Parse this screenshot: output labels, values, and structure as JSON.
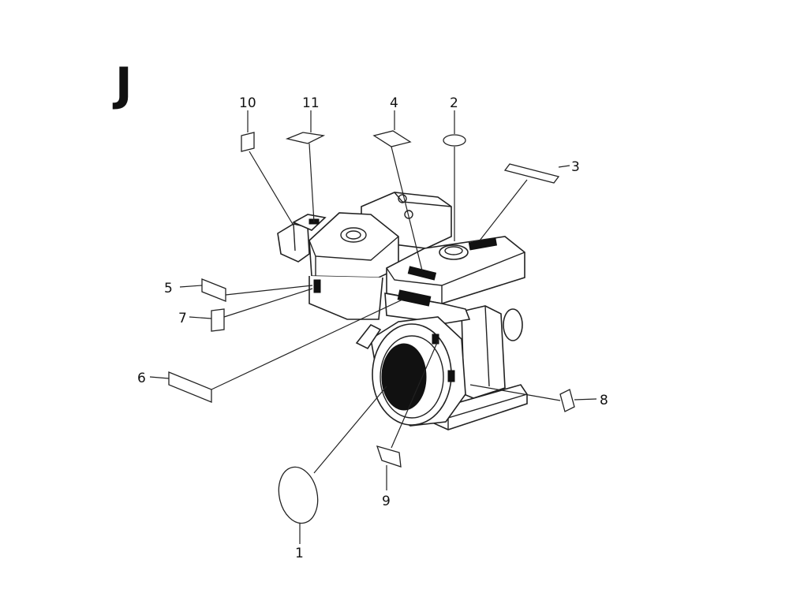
{
  "section_letter": "J",
  "callouts": [
    {
      "id": "c1",
      "label": "1"
    },
    {
      "id": "c2",
      "label": "2"
    },
    {
      "id": "c3",
      "label": "3"
    },
    {
      "id": "c4",
      "label": "4"
    },
    {
      "id": "c5",
      "label": "5"
    },
    {
      "id": "c6",
      "label": "6"
    },
    {
      "id": "c7",
      "label": "7"
    },
    {
      "id": "c8",
      "label": "8"
    },
    {
      "id": "c9",
      "label": "9"
    },
    {
      "id": "c10",
      "label": "10"
    },
    {
      "id": "c11",
      "label": "11"
    }
  ]
}
